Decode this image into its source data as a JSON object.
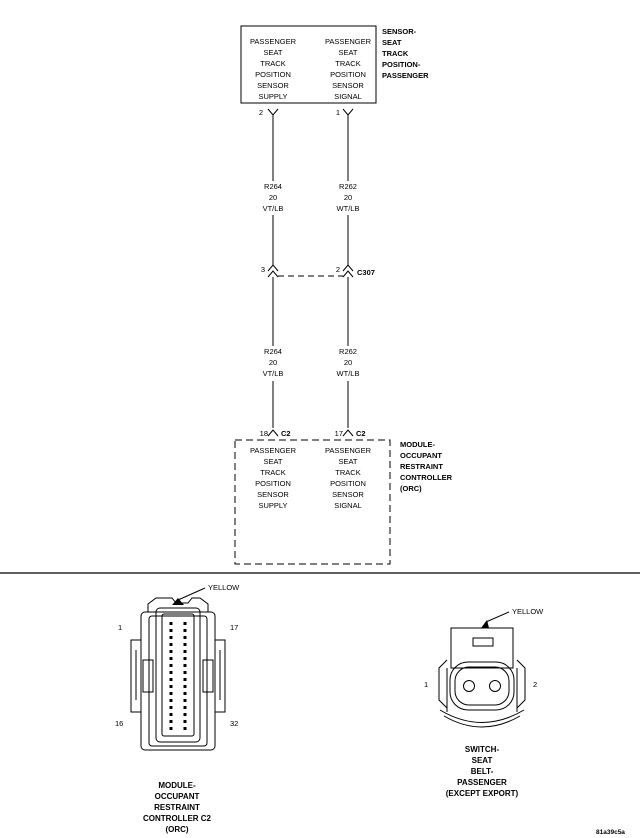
{
  "sensor": {
    "title_lines": [
      "SENSOR-",
      "SEAT",
      "TRACK",
      "POSITION-",
      "PASSENGER"
    ],
    "left_lines": [
      "PASSENGER",
      "SEAT",
      "TRACK",
      "POSITION",
      "SENSOR",
      "SUPPLY"
    ],
    "right_lines": [
      "PASSENGER",
      "SEAT",
      "TRACK",
      "POSITION",
      "SENSOR",
      "SIGNAL"
    ],
    "pin_left": "2",
    "pin_right": "1"
  },
  "wires": {
    "left": {
      "circuit": "R264",
      "gauge": "20",
      "color": "VT/LB"
    },
    "right": {
      "circuit": "R262",
      "gauge": "20",
      "color": "WT/LB"
    }
  },
  "connector_c307": {
    "label": "C307",
    "pin_left": "3",
    "pin_right": "2"
  },
  "module": {
    "title_lines": [
      "MODULE-",
      "OCCUPANT",
      "RESTRAINT",
      "CONTROLLER",
      "(ORC)"
    ],
    "left_lines": [
      "PASSENGER",
      "SEAT",
      "TRACK",
      "POSITION",
      "SENSOR",
      "SUPPLY"
    ],
    "right_lines": [
      "PASSENGER",
      "SEAT",
      "TRACK",
      "POSITION",
      "SENSOR",
      "SIGNAL"
    ],
    "pin_left": "18",
    "pin_right": "17",
    "connector_label": "C2"
  },
  "connector_view_c2": {
    "color_label": "YELLOW",
    "pin_1": "1",
    "pin_17": "17",
    "pin_16": "16",
    "pin_32": "32",
    "title_lines": [
      "MODULE-",
      "OCCUPANT",
      "RESTRAINT",
      "CONTROLLER C2",
      "(ORC)"
    ]
  },
  "connector_view_switch": {
    "color_label": "YELLOW",
    "pin_1": "1",
    "pin_2": "2",
    "title_lines": [
      "SWITCH-",
      "SEAT",
      "BELT-",
      "PASSENGER",
      "(EXCEPT EXPORT)"
    ]
  },
  "figure_id": "81a39c5a"
}
